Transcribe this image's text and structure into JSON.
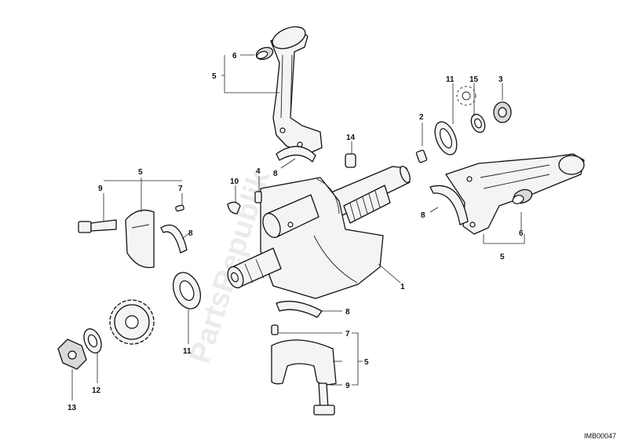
{
  "watermark": "PartsRepublik",
  "drawing_code": "IMB00047",
  "callouts": {
    "c1": "1",
    "c2": "2",
    "c3": "3",
    "c4": "4",
    "c5_top": "5",
    "c5_left": "5",
    "c5_right": "5",
    "c5_bottom": "5",
    "c6_top": "6",
    "c6_right": "6",
    "c7_left": "7",
    "c7_bottom": "7",
    "c8_top": "8",
    "c8_left": "8",
    "c8_right": "8",
    "c8_bottom": "8",
    "c9_left": "9",
    "c9_bottom": "9",
    "c10": "10",
    "c11_left": "11",
    "c11_right": "11",
    "c12": "12",
    "c13": "13",
    "c14": "14",
    "c15": "15"
  },
  "colors": {
    "line": "#111111",
    "fill": "#f4f4f4",
    "watermark": "#8a8a8a"
  }
}
